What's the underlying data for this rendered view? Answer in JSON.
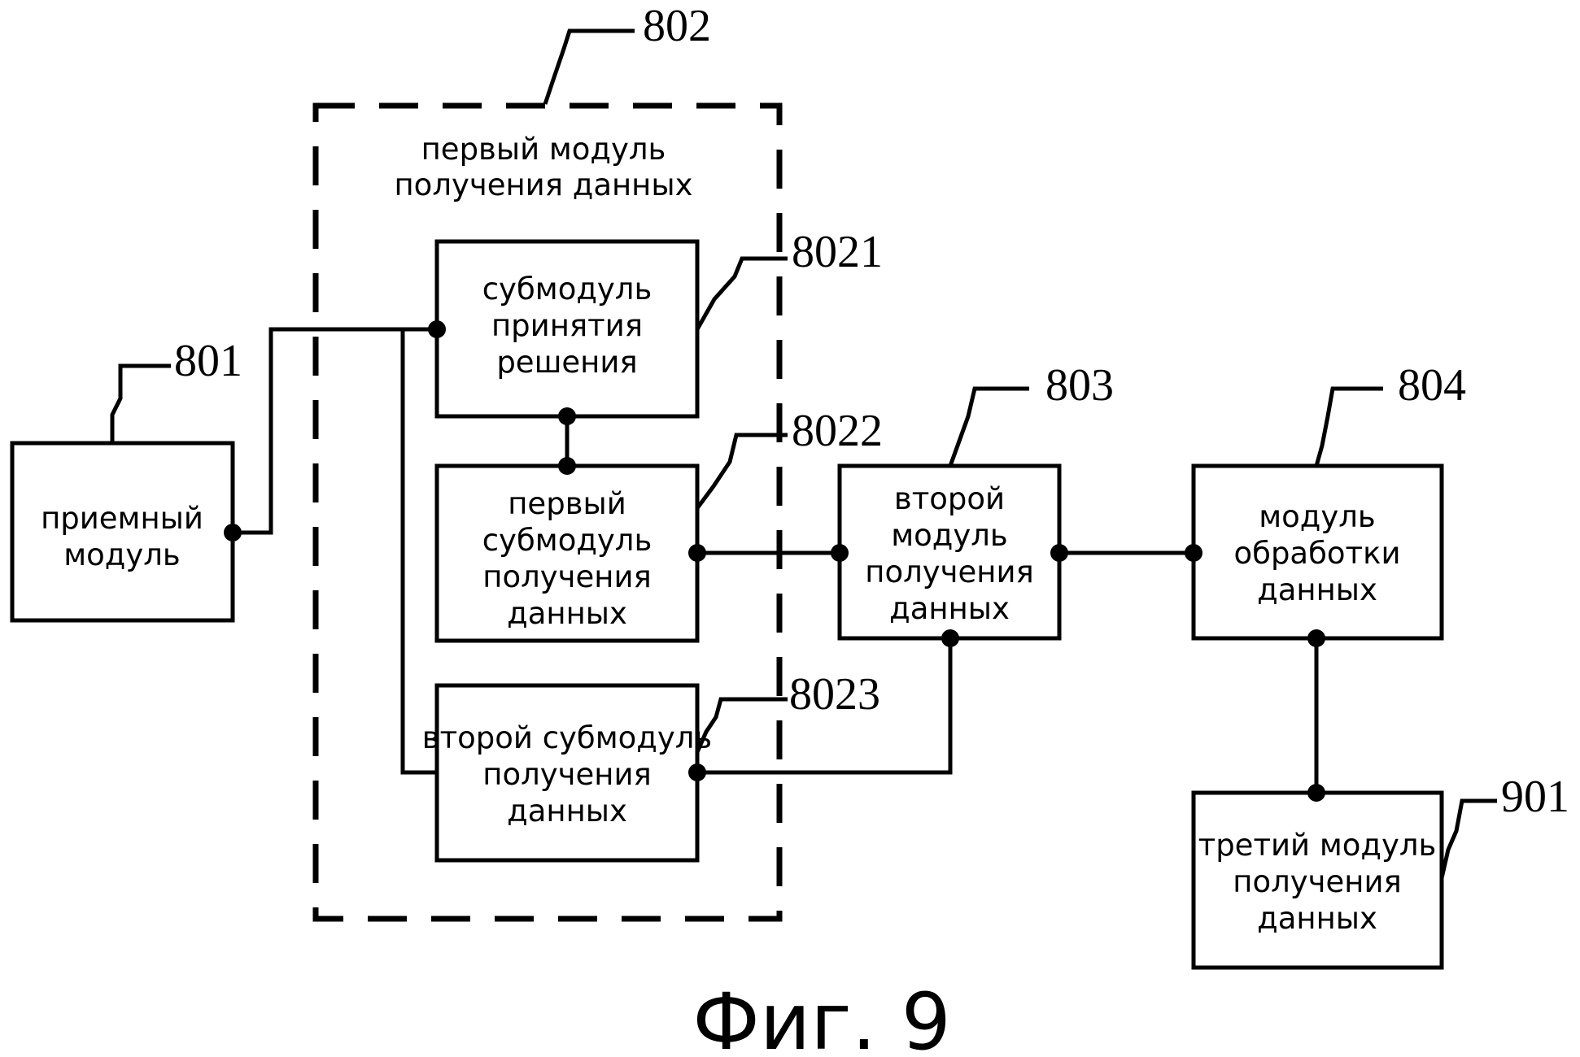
{
  "blocks": {
    "receiver": {
      "ref": "801",
      "lines": [
        "приемный",
        "модуль"
      ]
    },
    "first_module": {
      "ref": "802",
      "lines": [
        "первый модуль",
        "получения данных"
      ]
    },
    "decision_sub": {
      "ref": "8021",
      "lines": [
        "субмодуль",
        "принятия",
        "решения"
      ]
    },
    "first_sub": {
      "ref": "8022",
      "lines": [
        "первый",
        "субмодуль",
        "получения",
        "данных"
      ]
    },
    "second_sub": {
      "ref": "8023",
      "lines": [
        "второй субмодуль",
        "получения",
        "данных"
      ]
    },
    "second_module": {
      "ref": "803",
      "lines": [
        "второй",
        "модуль",
        "получения",
        "данных"
      ]
    },
    "processing": {
      "ref": "804",
      "lines": [
        "модуль",
        "обработки",
        "данных"
      ]
    },
    "third_module": {
      "ref": "901",
      "lines": [
        "третий модуль",
        "получения",
        "данных"
      ]
    }
  },
  "caption": "Фиг. 9"
}
